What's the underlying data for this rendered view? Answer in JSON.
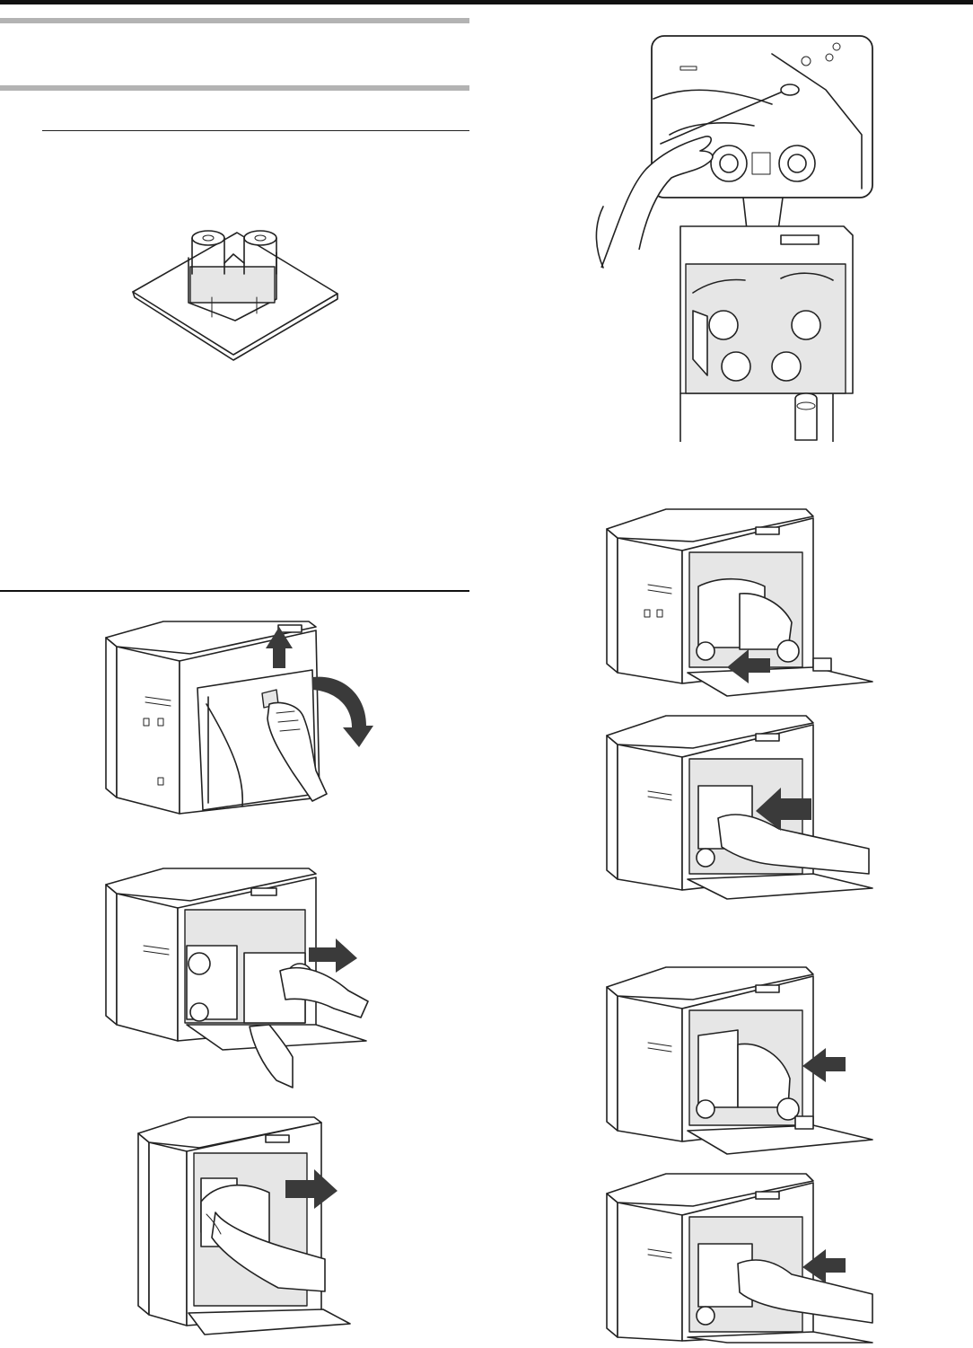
{
  "page": {
    "section": {
      "heading": ""
    },
    "steps": []
  },
  "figures": [
    {
      "id": "ribbon-cassette",
      "icon": "ribbon-cassette-icon"
    },
    {
      "id": "open-front-cover",
      "icon": "printer-open-cover-icon"
    },
    {
      "id": "remove-cassette",
      "icon": "printer-remove-cassette-icon"
    },
    {
      "id": "pull-out-cassette",
      "icon": "printer-pull-cassette-icon"
    },
    {
      "id": "clean-with-swab",
      "icon": "cleaning-swab-icon"
    },
    {
      "id": "insert-cleaner",
      "icon": "printer-insert-icon"
    },
    {
      "id": "push-cleaner",
      "icon": "printer-push-icon"
    },
    {
      "id": "insert-retransfer",
      "icon": "printer-insert-icon"
    },
    {
      "id": "push-retransfer",
      "icon": "printer-push-icon"
    }
  ],
  "colors": {
    "rule_dark": "#111111",
    "rule_gray": "#b3b3b3",
    "arrow": "#3a3a3a"
  }
}
